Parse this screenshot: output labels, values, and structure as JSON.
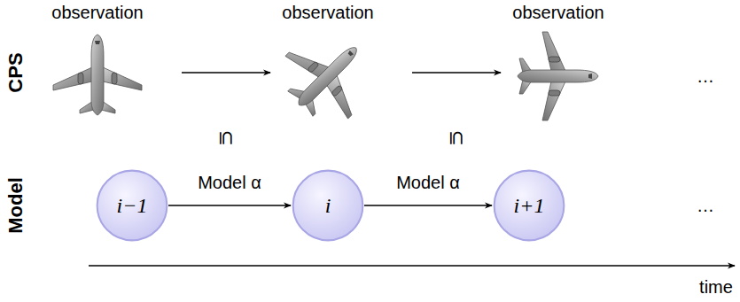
{
  "diagram": {
    "nodes": [
      {
        "text": [
          "i−1"
        ]
      },
      {
        "text": [
          "i"
        ]
      },
      {
        "text": [
          "i+1"
        ]
      }
    ],
    "edges": [
      {
        "from": 0,
        "to": 1,
        "arrow": "to",
        "label": "Model α"
      },
      {
        "from": 1,
        "to": 2,
        "arrow": "to",
        "label": "Model α"
      }
    ],
    "labels": [
      "observation",
      "observation",
      "observation",
      "CPS",
      "Model",
      "⊆",
      "⊆",
      "…",
      "…",
      "time"
    ]
  }
}
